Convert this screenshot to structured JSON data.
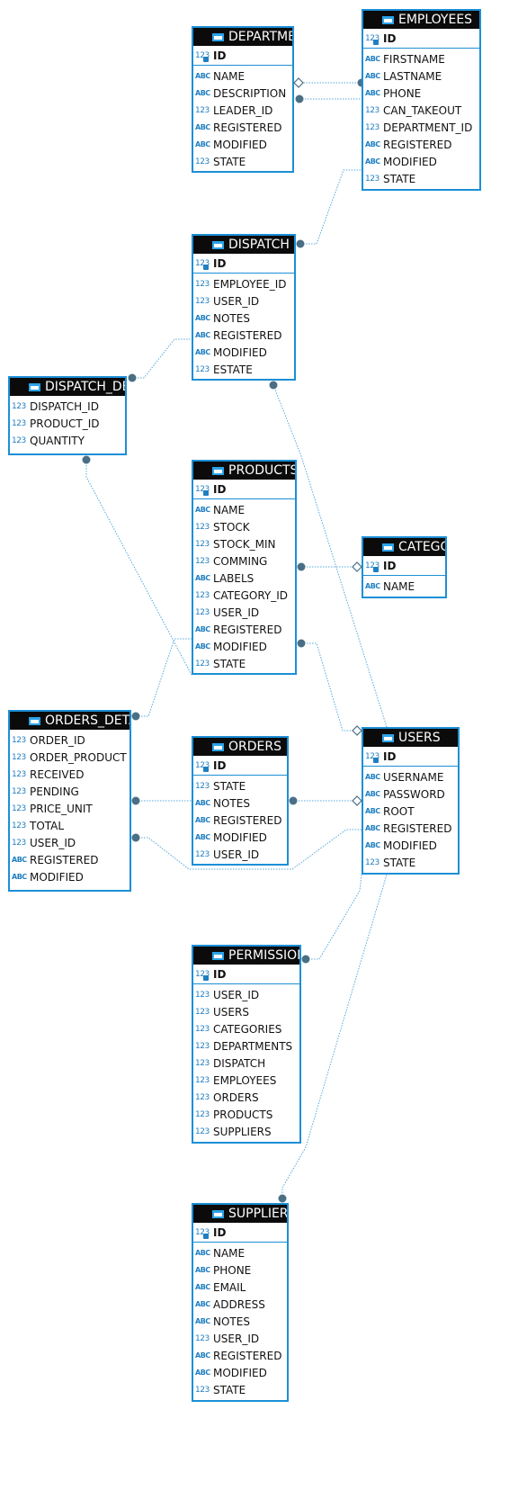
{
  "type_labels": {
    "num": "123",
    "text": "ABC"
  },
  "entities": [
    {
      "name": "DEPARTMENT",
      "pk": "ID",
      "columns": [
        {
          "name": "NAME",
          "type": "text"
        },
        {
          "name": "DESCRIPTION",
          "type": "text"
        },
        {
          "name": "LEADER_ID",
          "type": "num"
        },
        {
          "name": "REGISTERED",
          "type": "text"
        },
        {
          "name": "MODIFIED",
          "type": "text"
        },
        {
          "name": "STATE",
          "type": "num"
        }
      ]
    },
    {
      "name": "EMPLOYEES",
      "pk": "ID",
      "columns": [
        {
          "name": "FIRSTNAME",
          "type": "text"
        },
        {
          "name": "LASTNAME",
          "type": "text"
        },
        {
          "name": "PHONE",
          "type": "text"
        },
        {
          "name": "CAN_TAKEOUT",
          "type": "num"
        },
        {
          "name": "DEPARTMENT_ID",
          "type": "num"
        },
        {
          "name": "REGISTERED",
          "type": "text"
        },
        {
          "name": "MODIFIED",
          "type": "text"
        },
        {
          "name": "STATE",
          "type": "num"
        }
      ]
    },
    {
      "name": "DISPATCH",
      "pk": "ID",
      "columns": [
        {
          "name": "EMPLOYEE_ID",
          "type": "num"
        },
        {
          "name": "USER_ID",
          "type": "num"
        },
        {
          "name": "NOTES",
          "type": "text"
        },
        {
          "name": "REGISTERED",
          "type": "text"
        },
        {
          "name": "MODIFIED",
          "type": "text"
        },
        {
          "name": "ESTATE",
          "type": "num"
        }
      ]
    },
    {
      "name": "DISPATCH_DETAIL",
      "pk": null,
      "columns": [
        {
          "name": "DISPATCH_ID",
          "type": "num"
        },
        {
          "name": "PRODUCT_ID",
          "type": "num"
        },
        {
          "name": "QUANTITY",
          "type": "num"
        }
      ]
    },
    {
      "name": "PRODUCTS",
      "pk": "ID",
      "columns": [
        {
          "name": "NAME",
          "type": "text"
        },
        {
          "name": "STOCK",
          "type": "num"
        },
        {
          "name": "STOCK_MIN",
          "type": "num"
        },
        {
          "name": "COMMING",
          "type": "num"
        },
        {
          "name": "LABELS",
          "type": "text"
        },
        {
          "name": "CATEGORY_ID",
          "type": "num"
        },
        {
          "name": "USER_ID",
          "type": "num"
        },
        {
          "name": "REGISTERED",
          "type": "text"
        },
        {
          "name": "MODIFIED",
          "type": "text"
        },
        {
          "name": "STATE",
          "type": "num"
        }
      ]
    },
    {
      "name": "CATEGORIES",
      "pk": "ID",
      "columns": [
        {
          "name": "NAME",
          "type": "text"
        }
      ]
    },
    {
      "name": "ORDERS_DETAIL",
      "pk": null,
      "columns": [
        {
          "name": "ORDER_ID",
          "type": "num"
        },
        {
          "name": "ORDER_PRODUCT",
          "type": "num"
        },
        {
          "name": "RECEIVED",
          "type": "num"
        },
        {
          "name": "PENDING",
          "type": "num"
        },
        {
          "name": "PRICE_UNIT",
          "type": "num"
        },
        {
          "name": "TOTAL",
          "type": "num"
        },
        {
          "name": "USER_ID",
          "type": "num"
        },
        {
          "name": "REGISTERED",
          "type": "text"
        },
        {
          "name": "MODIFIED",
          "type": "text"
        }
      ]
    },
    {
      "name": "ORDERS",
      "pk": "ID",
      "columns": [
        {
          "name": "STATE",
          "type": "num"
        },
        {
          "name": "NOTES",
          "type": "text"
        },
        {
          "name": "REGISTERED",
          "type": "text"
        },
        {
          "name": "MODIFIED",
          "type": "text"
        },
        {
          "name": "USER_ID",
          "type": "num"
        }
      ]
    },
    {
      "name": "USERS",
      "pk": "ID",
      "columns": [
        {
          "name": "USERNAME",
          "type": "text"
        },
        {
          "name": "PASSWORD",
          "type": "text"
        },
        {
          "name": "ROOT",
          "type": "text"
        },
        {
          "name": "REGISTERED",
          "type": "text"
        },
        {
          "name": "MODIFIED",
          "type": "text"
        },
        {
          "name": "STATE",
          "type": "num"
        }
      ]
    },
    {
      "name": "PERMISSIONS",
      "pk": "ID",
      "columns": [
        {
          "name": "USER_ID",
          "type": "num"
        },
        {
          "name": "USERS",
          "type": "num"
        },
        {
          "name": "CATEGORIES",
          "type": "num"
        },
        {
          "name": "DEPARTMENTS",
          "type": "num"
        },
        {
          "name": "DISPATCH",
          "type": "num"
        },
        {
          "name": "EMPLOYEES",
          "type": "num"
        },
        {
          "name": "ORDERS",
          "type": "num"
        },
        {
          "name": "PRODUCTS",
          "type": "num"
        },
        {
          "name": "SUPPLIERS",
          "type": "num"
        }
      ]
    },
    {
      "name": "SUPPLIERS",
      "pk": "ID",
      "columns": [
        {
          "name": "NAME",
          "type": "text"
        },
        {
          "name": "PHONE",
          "type": "text"
        },
        {
          "name": "EMAIL",
          "type": "text"
        },
        {
          "name": "ADDRESS",
          "type": "text"
        },
        {
          "name": "NOTES",
          "type": "text"
        },
        {
          "name": "USER_ID",
          "type": "num"
        },
        {
          "name": "REGISTERED",
          "type": "text"
        },
        {
          "name": "MODIFIED",
          "type": "text"
        },
        {
          "name": "STATE",
          "type": "num"
        }
      ]
    }
  ],
  "relationships": [
    {
      "from": "EMPLOYEES",
      "to": "DEPARTMENT",
      "label": ""
    },
    {
      "from": "DEPARTMENT",
      "to": "EMPLOYEES",
      "label": ""
    },
    {
      "from": "DISPATCH",
      "to": "EMPLOYEES",
      "label": ""
    },
    {
      "from": "DISPATCH_DETAIL",
      "to": "DISPATCH",
      "label": ""
    },
    {
      "from": "DISPATCH",
      "to": "USERS",
      "label": ""
    },
    {
      "from": "DISPATCH_DETAIL",
      "to": "PRODUCTS",
      "label": ""
    },
    {
      "from": "PRODUCTS",
      "to": "CATEGORIES",
      "label": ""
    },
    {
      "from": "PRODUCTS",
      "to": "USERS",
      "label": ""
    },
    {
      "from": "ORDERS_DETAIL",
      "to": "PRODUCTS",
      "label": ""
    },
    {
      "from": "ORDERS_DETAIL",
      "to": "ORDERS",
      "label": ""
    },
    {
      "from": "ORDERS",
      "to": "USERS",
      "label": ""
    },
    {
      "from": "ORDERS_DETAIL",
      "to": "USERS",
      "label": ""
    },
    {
      "from": "PERMISSIONS",
      "to": "USERS",
      "label": ""
    },
    {
      "from": "SUPPLIERS",
      "to": "USERS",
      "label": ""
    }
  ]
}
